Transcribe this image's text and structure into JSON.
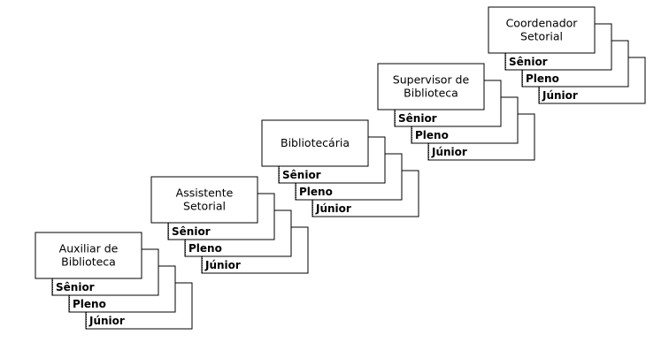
{
  "diagram": {
    "type": "career-ladder",
    "levels": [
      {
        "title_lines": [
          "Auxiliar de",
          "Biblioteca"
        ],
        "tiers": [
          "Sênior",
          "Pleno",
          "Júnior"
        ]
      },
      {
        "title_lines": [
          "Assistente",
          "Setorial"
        ],
        "tiers": [
          "Sênior",
          "Pleno",
          "Júnior"
        ]
      },
      {
        "title_lines": [
          "Bibliotecária"
        ],
        "tiers": [
          "Sênior",
          "Pleno",
          "Júnior"
        ]
      },
      {
        "title_lines": [
          "Supervisor de",
          "Biblioteca"
        ],
        "tiers": [
          "Sênior",
          "Pleno",
          "Júnior"
        ]
      },
      {
        "title_lines": [
          "Coordenador",
          "Setorial"
        ],
        "tiers": [
          "Sênior",
          "Pleno",
          "Júnior"
        ]
      }
    ]
  }
}
